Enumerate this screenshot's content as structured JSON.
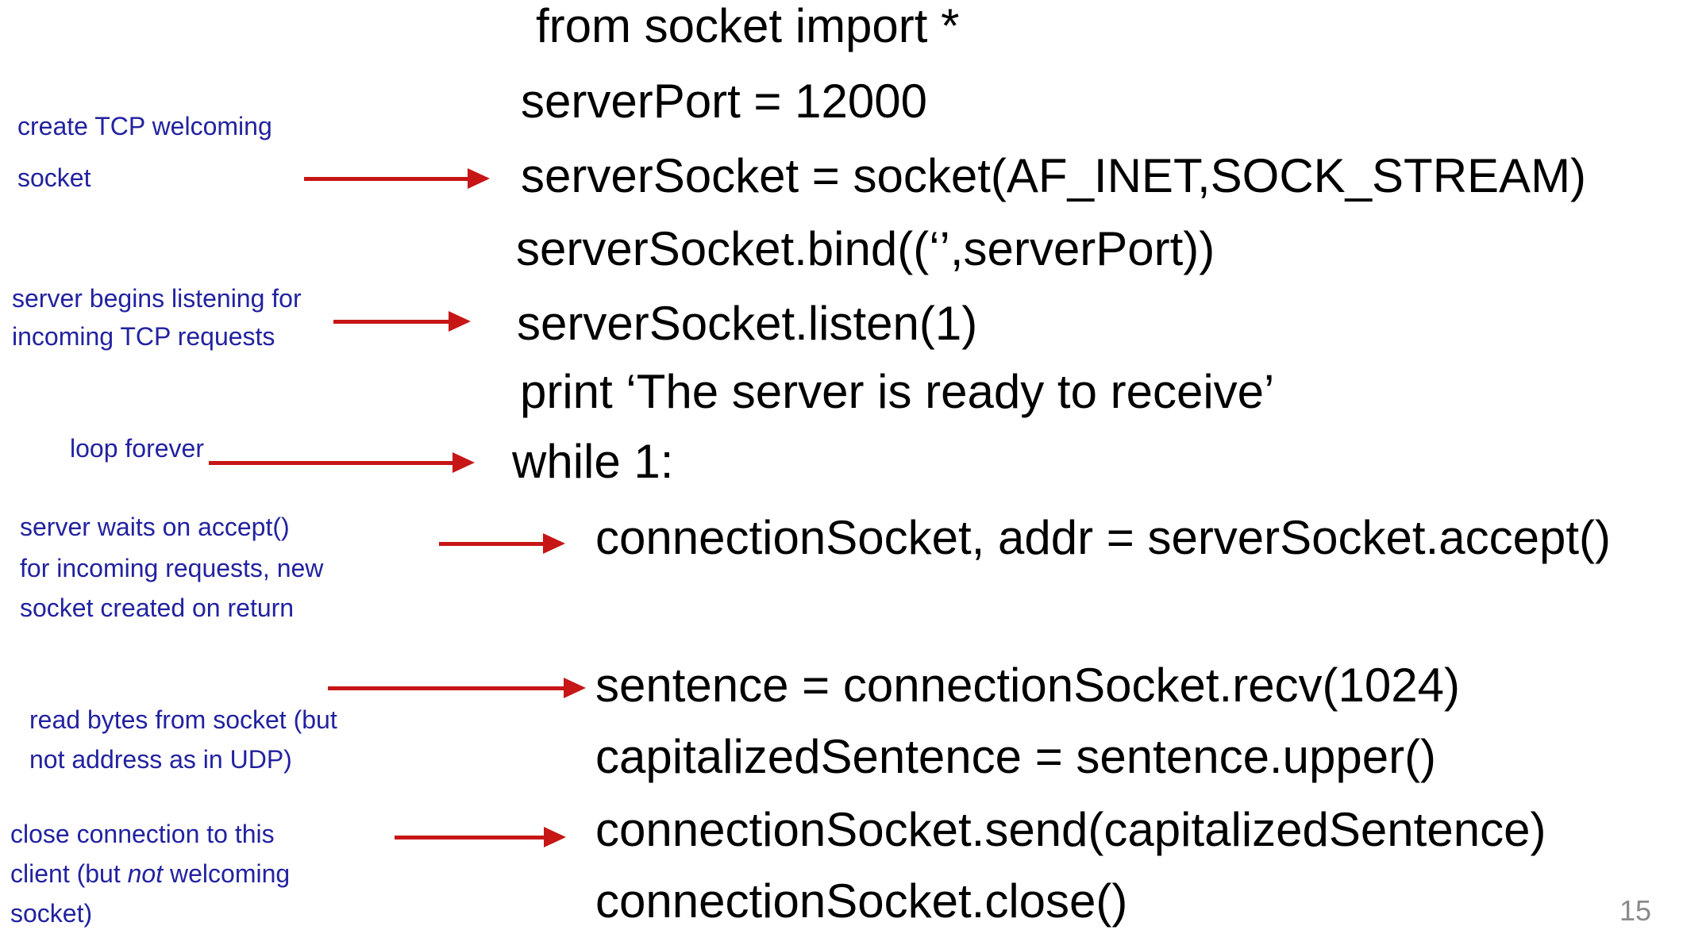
{
  "slide": {
    "page_number": "15"
  },
  "colors": {
    "background": "#ffffff",
    "code": "#000000",
    "annotation": "#2222a0",
    "arrow": "#c61616",
    "page_number": "#8a8a8a"
  },
  "code": {
    "lines": [
      {
        "text": "from socket import *"
      },
      {
        "text": "serverPort = 12000"
      },
      {
        "text": "serverSocket = socket(AF_INET,SOCK_STREAM)"
      },
      {
        "text": "serverSocket.bind((‘’,serverPort))"
      },
      {
        "text": "serverSocket.listen(1)"
      },
      {
        "text": "print ‘The server is ready to receive’"
      },
      {
        "text": "while 1:"
      },
      {
        "text": "connectionSocket, addr = serverSocket.accept()"
      },
      {
        "text": "sentence = connectionSocket.recv(1024)"
      },
      {
        "text": "capitalizedSentence = sentence.upper()"
      },
      {
        "text": "connectionSocket.send(capitalizedSentence)"
      },
      {
        "text": "connectionSocket.close()"
      }
    ]
  },
  "annotations": {
    "create_socket": {
      "lines": [
        "create TCP welcoming",
        "socket"
      ]
    },
    "listen": {
      "lines": [
        "server begins listening for",
        "incoming TCP requests"
      ]
    },
    "loop": {
      "lines": [
        "loop forever"
      ]
    },
    "accept": {
      "lines": [
        "server waits on accept()",
        "for incoming requests, new",
        "socket created on return"
      ]
    },
    "recv": {
      "lines": [
        "read bytes from socket (but",
        "not address as in UDP)"
      ]
    },
    "close": {
      "line1": "close connection to this",
      "line2_pre": "client (but ",
      "line2_italic": "not",
      "line2_post": " welcoming",
      "line3": "socket)"
    }
  }
}
